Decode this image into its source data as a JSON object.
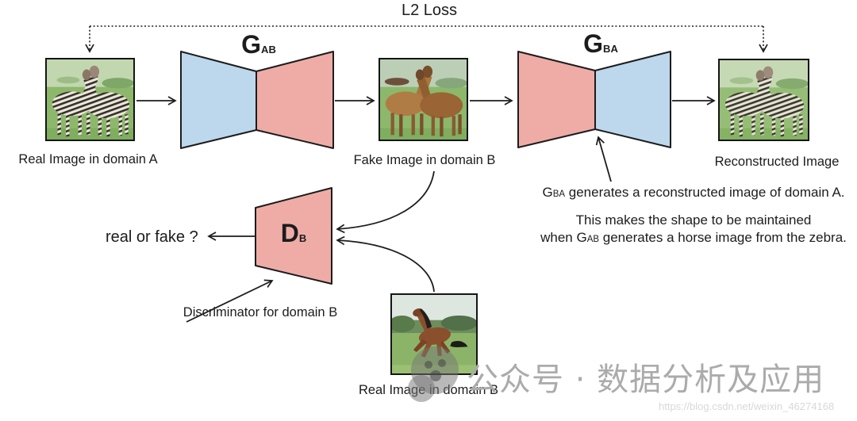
{
  "diagram": {
    "loss_label": "L2 Loss",
    "gab": {
      "main": "G",
      "sub": "AB"
    },
    "gba": {
      "main": "G",
      "sub": "BA"
    },
    "db": {
      "main": "D",
      "sub": "B"
    },
    "captions": {
      "real_a": "Real Image in domain A",
      "fake_b": "Fake Image in domain B",
      "reconstructed": "Reconstructed Image",
      "real_b": "Real Image in domain B",
      "discriminator": "Discriminator for domain B",
      "real_or_fake": "real or fake ?"
    },
    "annotations": {
      "line1_g": "G",
      "line1_sub": "BA",
      "line1_rest": " generates a reconstructed image of domain A.",
      "line2": "This makes the shape to be maintained",
      "line3_pre": "when ",
      "line3_g": "G",
      "line3_sub": "AB",
      "line3_rest": " generates a horse image from the zebra."
    }
  },
  "watermark": {
    "text": "公众号 · 数据分析及应用",
    "url": "https://blog.csdn.net/weixin_46274168"
  },
  "colors": {
    "encoder_blue": "#bdd7ec",
    "decoder_pink": "#efaca7",
    "line_black": "#1c1c1c",
    "watermark_gray": "#ababab",
    "url_gray": "#d8d8d8"
  }
}
